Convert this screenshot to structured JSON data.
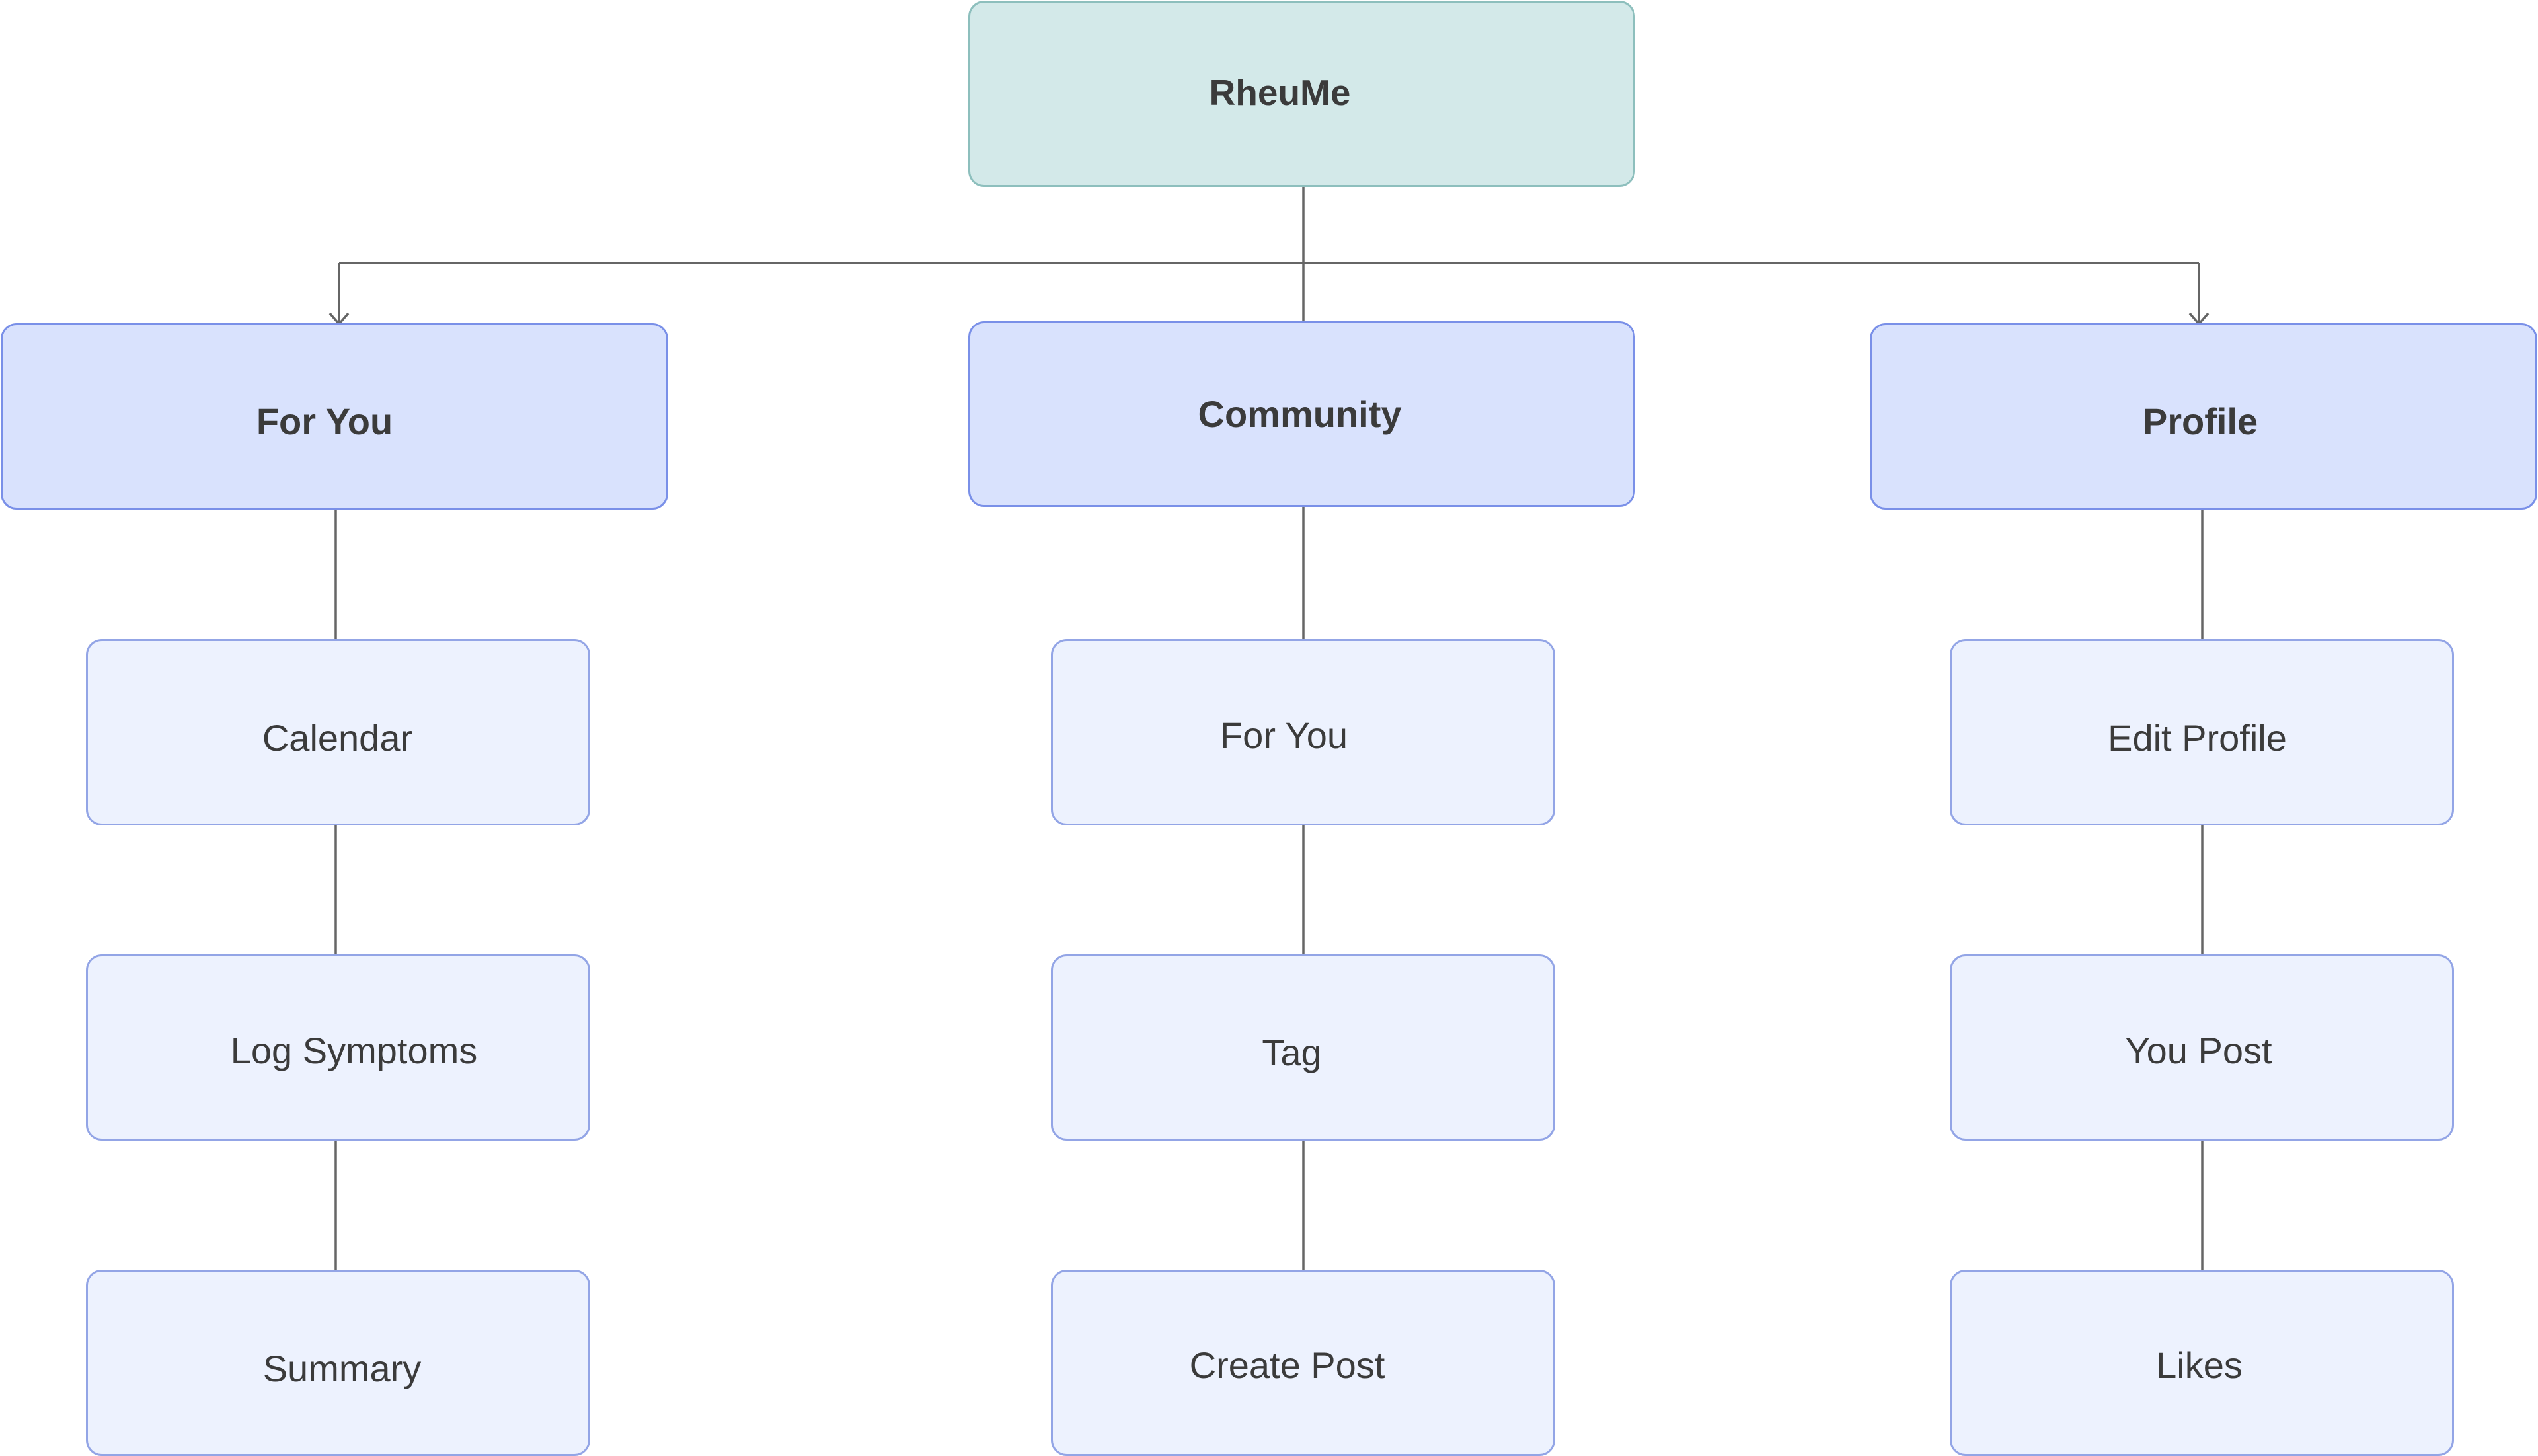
{
  "root": {
    "label": "RheuMe"
  },
  "sections": [
    {
      "label": "For You",
      "items": [
        "Calendar",
        "Log Symptoms",
        "Summary"
      ]
    },
    {
      "label": "Community",
      "items": [
        "For You",
        "Tag",
        "Create Post"
      ]
    },
    {
      "label": "Profile",
      "items": [
        "Edit Profile",
        "You Post",
        "Likes"
      ]
    }
  ],
  "colors": {
    "root_fill": "#d3e9e9",
    "root_border": "#8dbfbd",
    "section_fill": "#d9e2fd",
    "section_border": "#7a90e8",
    "item_fill": "#edf2fe",
    "item_border": "#93a5e6",
    "connector": "#666666",
    "text": "#3b3b3b"
  }
}
